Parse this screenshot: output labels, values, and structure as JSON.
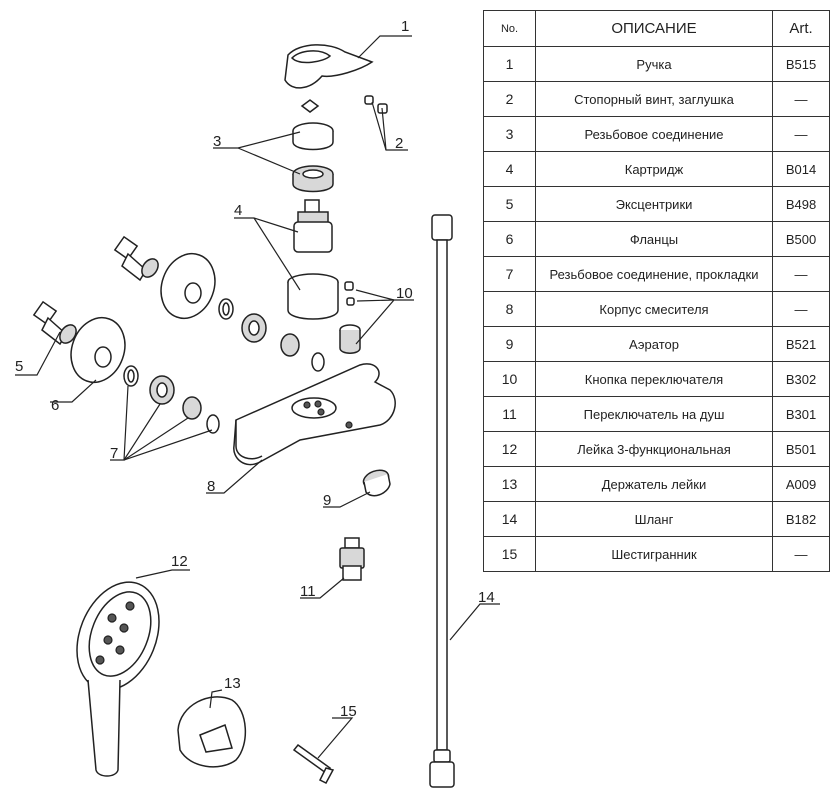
{
  "table": {
    "headers": {
      "no": "No.",
      "description": "ОПИСАНИЕ",
      "art": "Art."
    },
    "rows": [
      {
        "no": "1",
        "description": "Ручка",
        "art": "B515"
      },
      {
        "no": "2",
        "description": "Стопорный винт, заглушка",
        "art": "—"
      },
      {
        "no": "3",
        "description": "Резьбовое соединение",
        "art": "—"
      },
      {
        "no": "4",
        "description": "Картридж",
        "art": "B014"
      },
      {
        "no": "5",
        "description": "Эксцентрики",
        "art": "B498"
      },
      {
        "no": "6",
        "description": "Фланцы",
        "art": "B500"
      },
      {
        "no": "7",
        "description": "Резьбовое соединение, прокладки",
        "art": "—"
      },
      {
        "no": "8",
        "description": "Корпус смесителя",
        "art": "—"
      },
      {
        "no": "9",
        "description": "Аэратор",
        "art": "B521"
      },
      {
        "no": "10",
        "description": "Кнопка переключателя",
        "art": "B302"
      },
      {
        "no": "11",
        "description": "Переключатель на душ",
        "art": "B301"
      },
      {
        "no": "12",
        "description": "Лейка 3-функциональная",
        "art": "B501"
      },
      {
        "no": "13",
        "description": "Держатель лейки",
        "art": "A009"
      },
      {
        "no": "14",
        "description": "Шланг",
        "art": "B182"
      },
      {
        "no": "15",
        "description": "Шестигранник",
        "art": "—"
      }
    ]
  },
  "callouts": {
    "c1": "1",
    "c2": "2",
    "c3": "3",
    "c4": "4",
    "c5": "5",
    "c6": "6",
    "c7": "7",
    "c8": "8",
    "c9": "9",
    "c10": "10",
    "c11": "11",
    "c12": "12",
    "c13": "13",
    "c14": "14",
    "c15": "15"
  }
}
